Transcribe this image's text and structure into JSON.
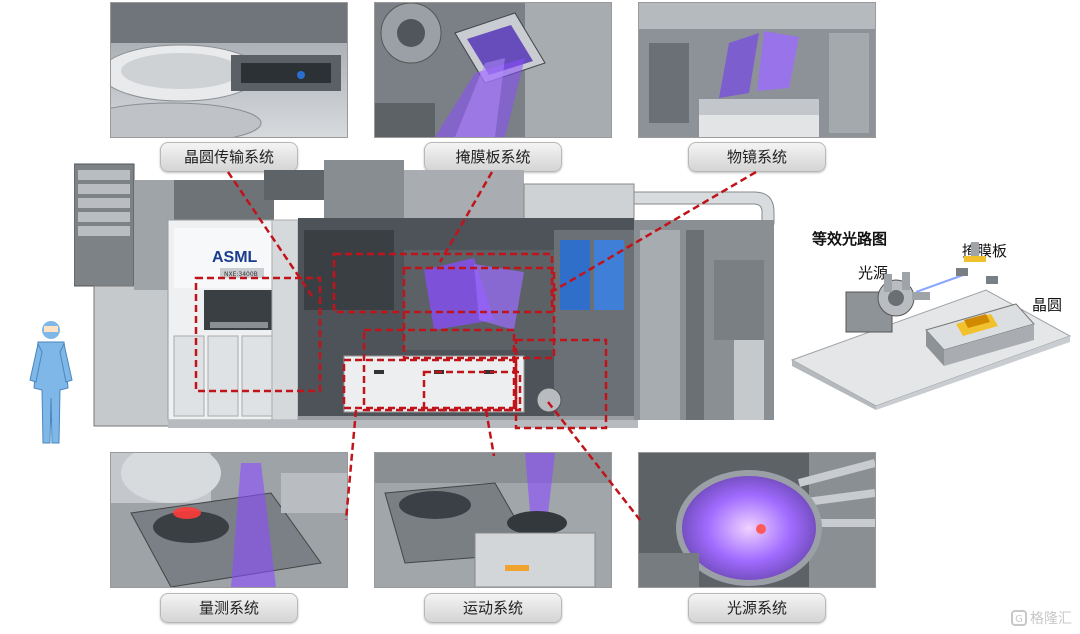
{
  "subsystems": {
    "wafer_transfer": "晶圆传输系统",
    "reticle": "掩膜板系统",
    "projection_optics": "物镜系统",
    "metrology": "量测系统",
    "motion": "运动系统",
    "light_source": "光源系统"
  },
  "machine": {
    "brand": "ASML",
    "model_plate": "NXE:3400B"
  },
  "equivalent_path": {
    "title": "等效光路图",
    "light_source": "光源",
    "reticle": "掩膜板",
    "wafer": "晶圆"
  },
  "watermark": "格隆汇",
  "colors": {
    "callout_dashes": "#c0141a",
    "euv_glow": "#8a4dff",
    "label_bg": "#e3e3e3"
  }
}
